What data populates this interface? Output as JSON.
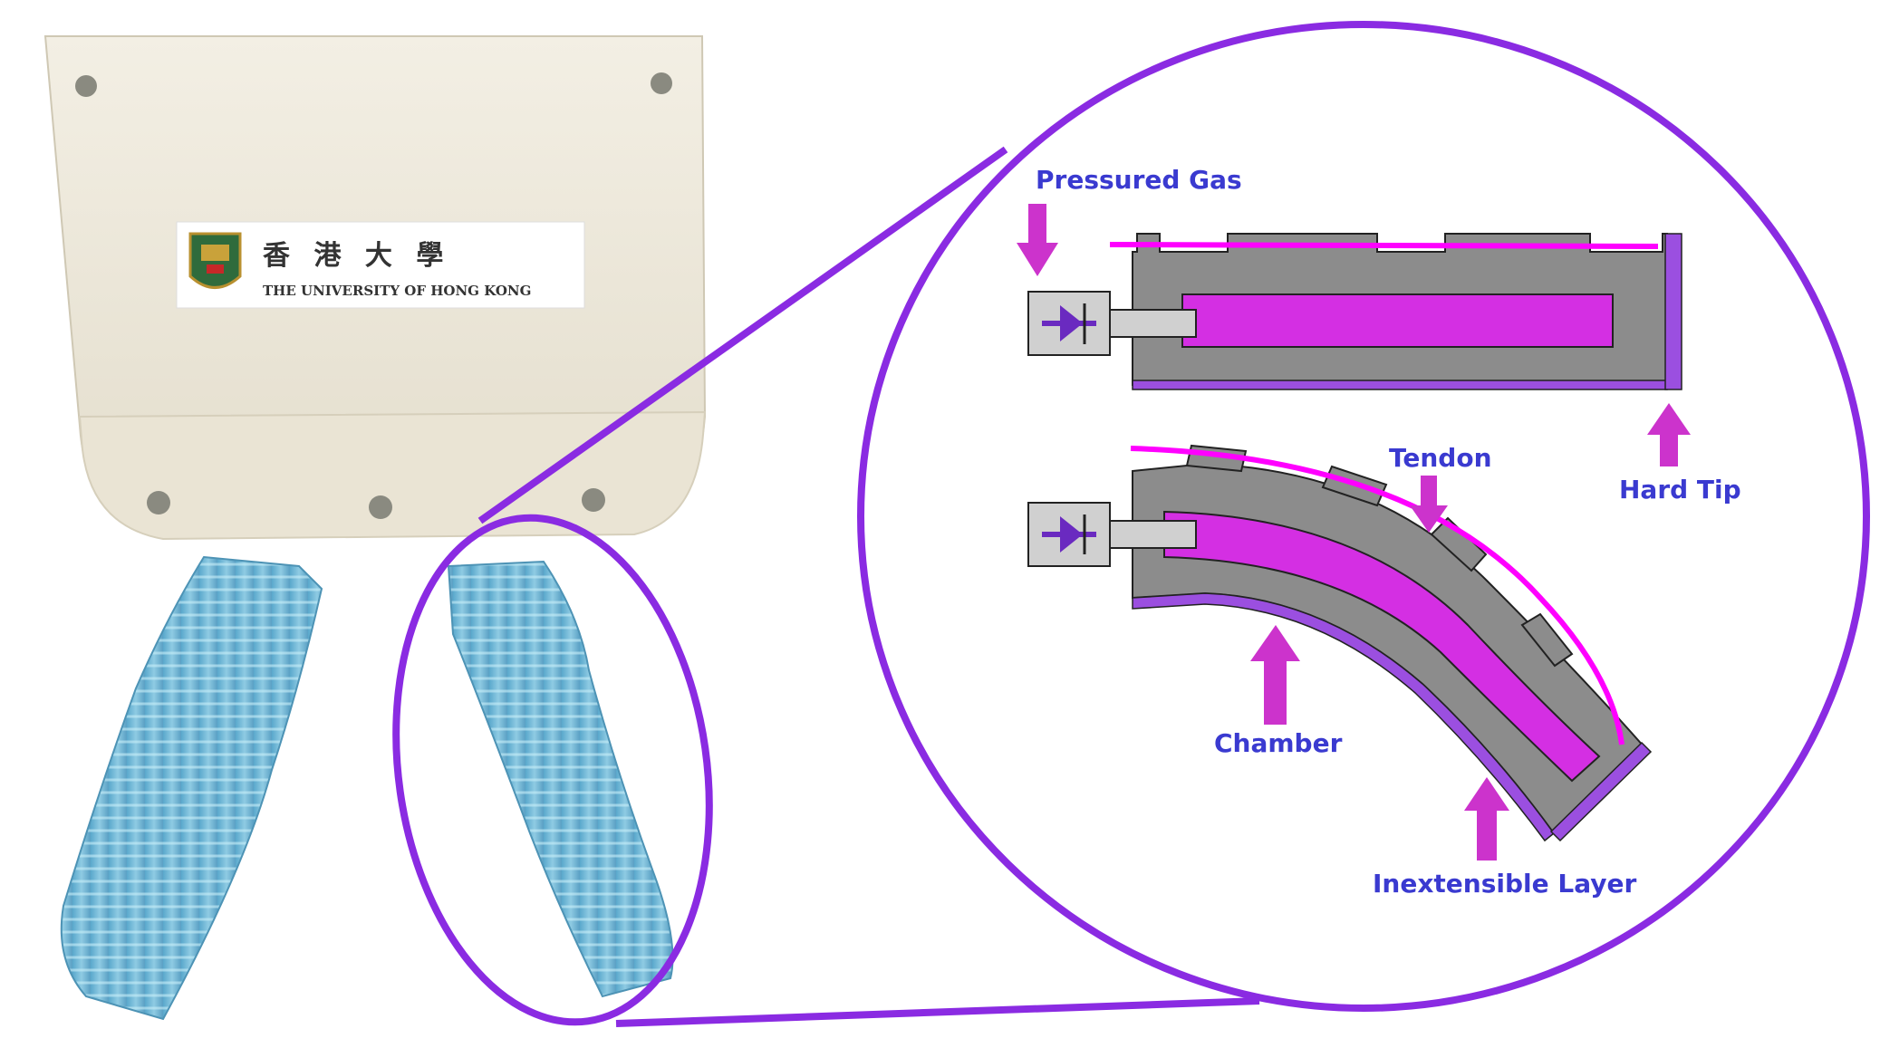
{
  "colors": {
    "label": "#3a3ad0",
    "arrow": "#cc33cc",
    "outline": "#8a2be2",
    "chamber": "#d42fe3",
    "body": "#8c8c8c",
    "tendon": "#ff00ff",
    "layer": "#9b4fe0",
    "finger": "#6fb6d6",
    "housing": "#ece7d8"
  },
  "photo": {
    "logo_chinese": "香 港 大 學",
    "logo_english": "THE UNIVERSITY OF HONG KONG",
    "logo_icon": "university-crest-icon"
  },
  "diagram": {
    "labels": {
      "pressured_gas": "Pressured Gas",
      "hard_tip": "Hard Tip",
      "tendon": "Tendon",
      "chamber": "Chamber",
      "inextensible_layer": "Inextensible Layer"
    },
    "valve_icon": "check-valve-icon"
  }
}
